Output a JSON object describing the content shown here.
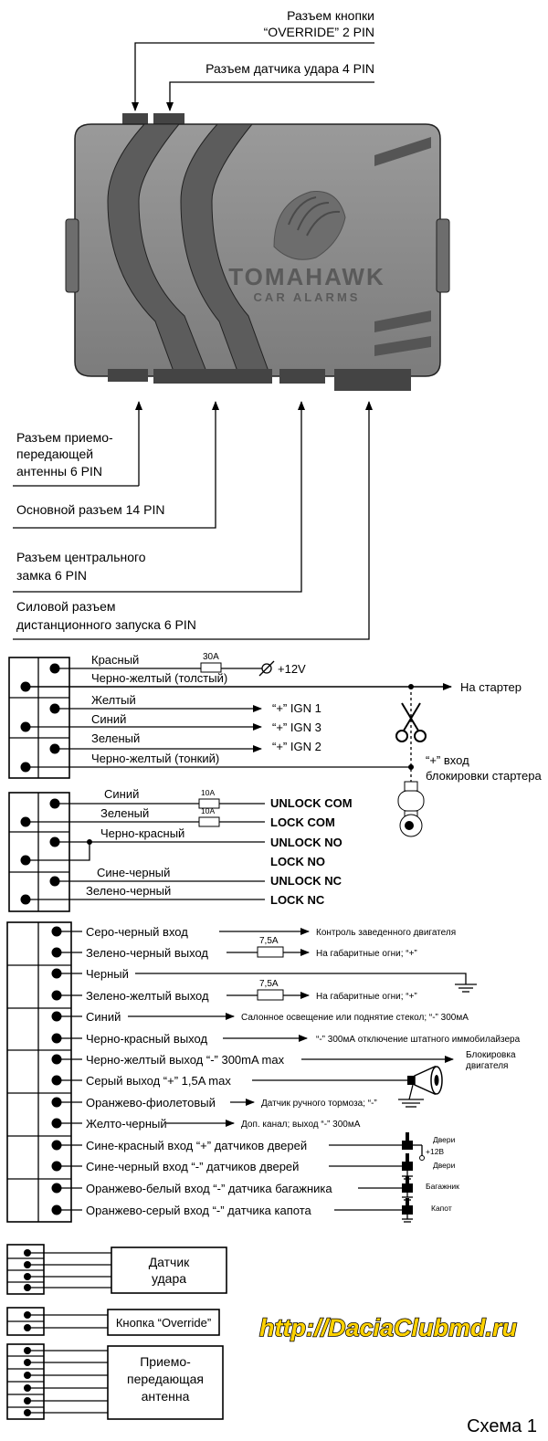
{
  "connectors_top": {
    "override": [
      "Разъем кнопки",
      "“OVERRIDE” 2 PIN"
    ],
    "shock": "Разъем датчика удара 4 PIN"
  },
  "unit": {
    "brand": "TOMAHAWK",
    "sub": "CAR ALARMS",
    "color": "#8a8a8a"
  },
  "connectors_bottom": {
    "antenna": [
      "Разъем приемо-",
      "передающей",
      "антенны 6 PIN"
    ],
    "main": "Основной разъем 14 PIN",
    "lock": [
      "Разъем центрального",
      "замка 6 PIN"
    ],
    "power": [
      "Силовой разъем",
      "дистанционного запуска 6 PIN"
    ]
  },
  "block1": {
    "red": "Красный",
    "fuse": "30A",
    "plus12": "+12V",
    "by_thick": "Черно-желтый (толстый)",
    "starter": "На стартер",
    "yellow": "Желтый",
    "ign1": "“+” IGN 1",
    "blue": "Синий",
    "ign3": "“+” IGN 3",
    "green": "Зеленый",
    "ign2": "“+” IGN 2",
    "by_thin": "Черно-желтый (тонкий)",
    "block_in": [
      "“+” вход",
      "блокировки стартера"
    ]
  },
  "block2": {
    "blue": "Синий",
    "fuse1": "10A",
    "unlock_com": "UNLOCK COM",
    "green": "Зеленый",
    "fuse2": "10A",
    "lock_com": "LOCK COM",
    "black_red": "Черно-красный",
    "unlock_no": "UNLOCK NO",
    "lock_no": "LOCK NO",
    "blue_black": "Сине-черный",
    "unlock_nc": "UNLOCK NC",
    "green_black": "Зелено-черный",
    "lock_nc": "LOCK NC"
  },
  "block3": {
    "r1": "Серо-черный вход",
    "r1_dest": "Контроль заведенного двигателя",
    "r2": "Зелено-черный выход",
    "r2_fuse": "7,5A",
    "r2_dest": "На габаритные огни; “+”",
    "r3": "Черный",
    "r4": "Зелено-желтый выход",
    "r4_fuse": "7,5A",
    "r4_dest": "На габаритные огни; “+”",
    "r5": "Синий",
    "r5_dest": "Салонное освещение или поднятие стекол; “-” 300мА",
    "r6": "Черно-красный выход",
    "r6_dest": "“-” 300мА отключение штатного иммобилайзера",
    "r7": "Черно-желтый выход “-” 300mA max",
    "r7_dest": [
      "Блокировка",
      "двигателя"
    ],
    "r8": "Серый выход “+” 1,5A max",
    "r9": "Оранжево-фиолетовый",
    "r9_dest": "Датчик ручного тормоза; “-”",
    "r10": "Желто-черный",
    "r10_dest": "Доп. канал; выход “-” 300мА",
    "r11": "Сине-красный вход “+” датчиков дверей",
    "r11_dest": "Двери",
    "plus12": "+12В",
    "r12": "Сине-черный вход “-” датчиков дверей",
    "r12_dest": "Двери",
    "r13": "Оранжево-белый вход “-” датчика багажника",
    "r13_dest": "Багажник",
    "r14": "Оранжево-серый вход “-” датчика капота",
    "r14_dest": "Капот"
  },
  "modules": {
    "shock": [
      "Датчик",
      "удара"
    ],
    "override": "Кнопка “Override”",
    "antenna": [
      "Приемо-",
      "передающая",
      "антенна"
    ]
  },
  "url": "http://DaciaClubmd.ru",
  "scheme": "Схема 1"
}
